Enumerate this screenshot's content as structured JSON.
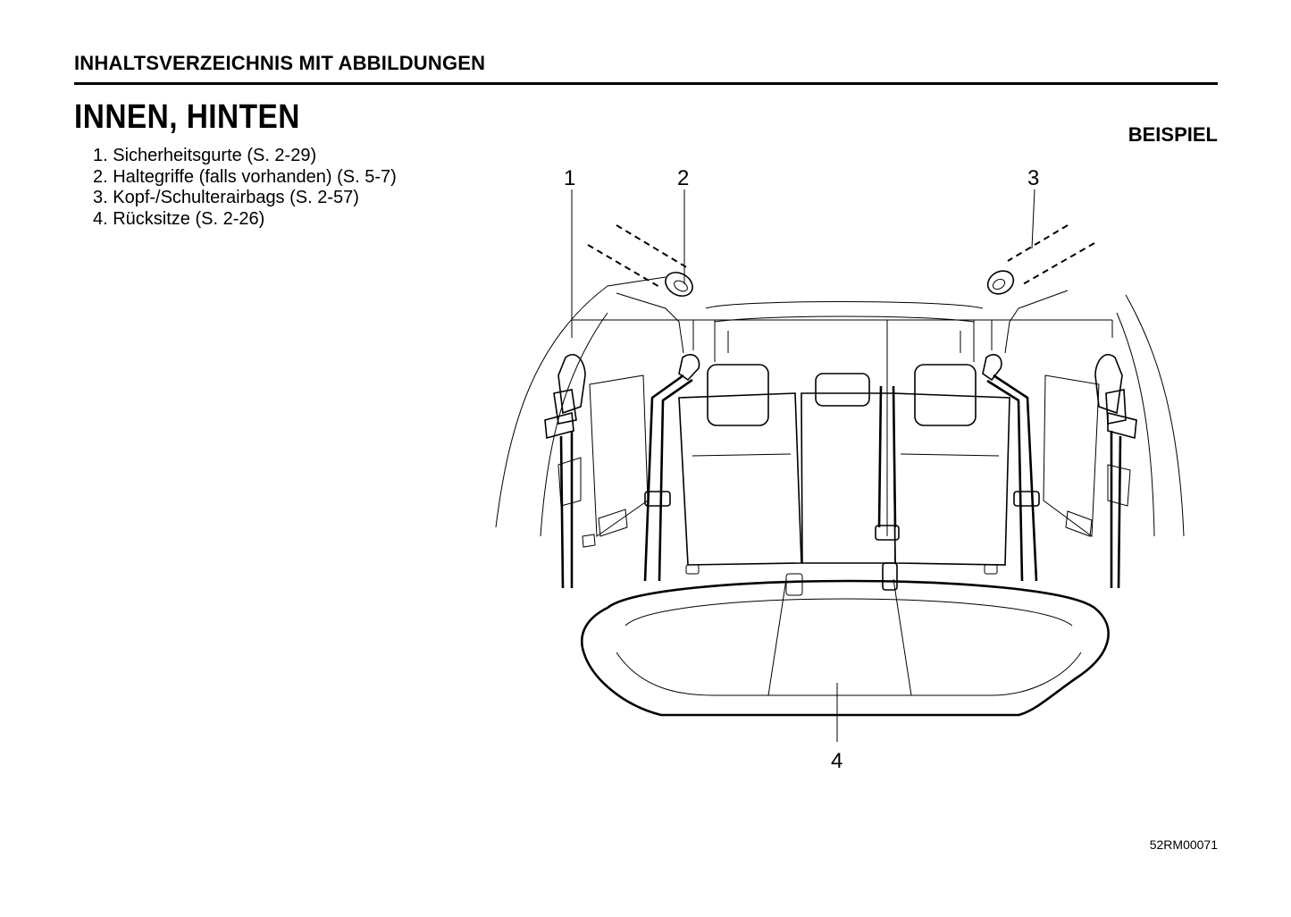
{
  "header": {
    "title": "INHALTSVERZEICHNIS MIT ABBILDUNGEN"
  },
  "page": {
    "title": "INNEN, HINTEN",
    "sample_label": "BEISPIEL",
    "image_code": "52RM00071"
  },
  "legend": [
    "1. Sicherheitsgurte (S. 2-29)",
    "2. Haltegriffe (falls vorhanden) (S. 5-7)",
    "3. Kopf-/Schulterairbags (S. 2-57)",
    "4. Rücksitze (S. 2-26)"
  ],
  "callouts": [
    "1",
    "2",
    "3",
    "4"
  ]
}
